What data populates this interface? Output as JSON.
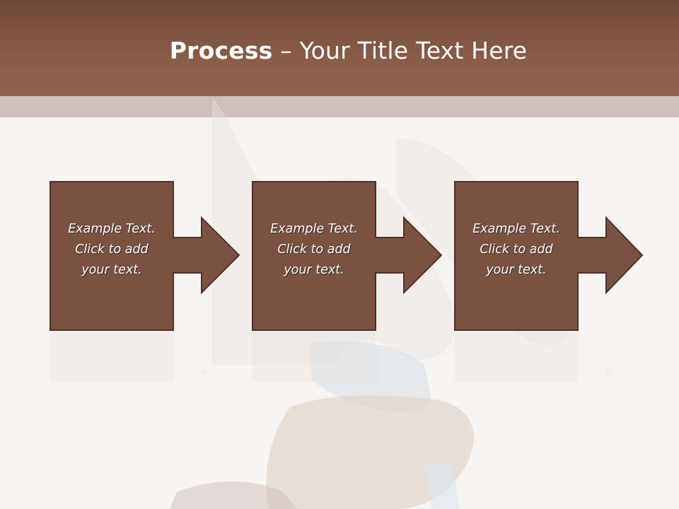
{
  "header": {
    "title_bold": "Process",
    "title_rest": " – Your Title Text Here"
  },
  "colors": {
    "header": "#8a5c49",
    "box_fill": "#7a5244",
    "box_stroke": "#4e3128",
    "background": "#f7f5f3"
  },
  "steps": [
    {
      "lines": [
        "Example Text.",
        "Click  to add",
        "your text."
      ]
    },
    {
      "lines": [
        "Example Text.",
        "Click  to add",
        "your text."
      ]
    },
    {
      "lines": [
        "Example Text.",
        "Click  to add",
        "your text."
      ]
    }
  ]
}
